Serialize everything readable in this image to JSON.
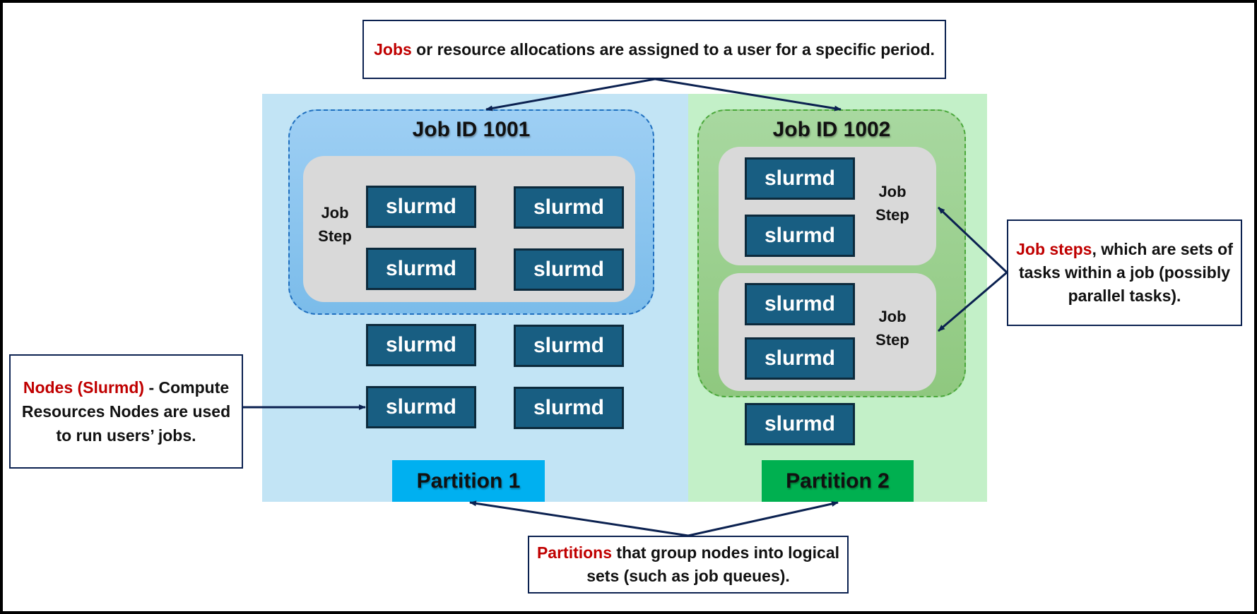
{
  "callouts": {
    "jobs": {
      "highlight": "Jobs",
      "text": " or resource allocations are assigned to a user for a specific period."
    },
    "nodes": {
      "highlight": "Nodes (Slurmd)",
      "text": " - Compute Resources Nodes are used to run users’ jobs."
    },
    "job_steps": {
      "highlight": "Job steps",
      "text": ", which are sets of tasks within a job (possibly parallel tasks)."
    },
    "partitions": {
      "highlight": "Partitions",
      "text": " that group nodes into logical sets (such as job queues)."
    }
  },
  "partitions": [
    {
      "label": "Partition 1",
      "color": "#00b0f0",
      "background": "#c2e4f5",
      "job": {
        "title": "Job ID 1001",
        "steps": [
          {
            "label_line1": "Job",
            "label_line2": "Step",
            "nodes": [
              "slurmd",
              "slurmd",
              "slurmd",
              "slurmd"
            ]
          }
        ]
      },
      "free_nodes": [
        "slurmd",
        "slurmd",
        "slurmd",
        "slurmd"
      ]
    },
    {
      "label": "Partition 2",
      "color": "#00b050",
      "background": "#c3f0c8",
      "job": {
        "title": "Job ID 1002",
        "steps": [
          {
            "label_line1": "Job",
            "label_line2": "Step",
            "nodes": [
              "slurmd",
              "slurmd"
            ]
          },
          {
            "label_line1": "Job",
            "label_line2": "Step",
            "nodes": [
              "slurmd",
              "slurmd"
            ]
          }
        ]
      },
      "free_nodes": [
        "slurmd"
      ]
    }
  ],
  "colors": {
    "highlight": "#c00000",
    "node_fill": "#185e82",
    "arrow": "#0b2150"
  }
}
